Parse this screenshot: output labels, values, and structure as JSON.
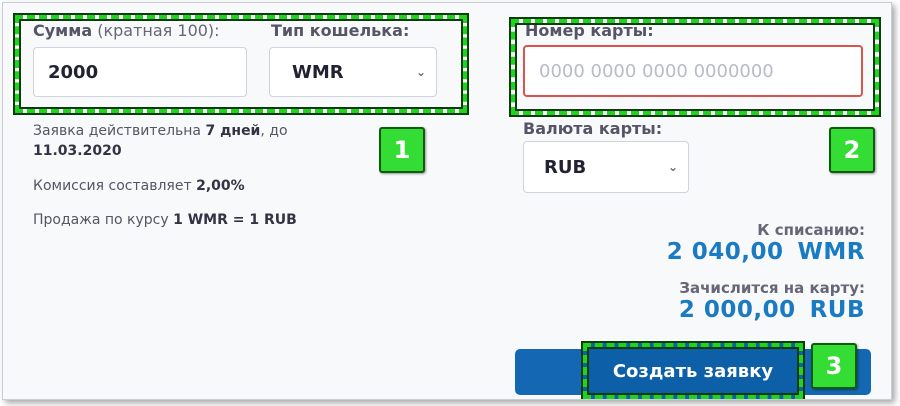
{
  "amount": {
    "label": "Сумма",
    "hint": "(кратная 100):",
    "value": "2000"
  },
  "wallet_type": {
    "label": "Тип кошелька:",
    "selected": "WMR"
  },
  "card_number": {
    "label": "Номер карты:",
    "placeholder": "0000 0000 0000 0000000"
  },
  "card_currency": {
    "label": "Валюта карты:",
    "selected": "RUB"
  },
  "info": {
    "validity_prefix": "Заявка действительна",
    "validity_days": "7 дней",
    "validity_suffix": ", до",
    "validity_date": "11.03.2020",
    "commission_prefix": "Комиссия составляет",
    "commission_value": "2,00%",
    "rate_prefix": "Продажа по курсу",
    "rate_value": "1 WMR = 1 RUB"
  },
  "summary": {
    "debit_label": "К списанию:",
    "debit_amount": "2 040,00",
    "debit_currency": "WMR",
    "credit_label": "Зачислится на карту:",
    "credit_amount": "2 000,00",
    "credit_currency": "RUB"
  },
  "submit_label": "Создать заявку",
  "badges": [
    "1",
    "2",
    "3"
  ],
  "colors": {
    "accent_blue": "#1a7ac2",
    "button_blue": "#1467b3",
    "error_red": "#d9534f",
    "highlight_green": "#33dd33"
  }
}
